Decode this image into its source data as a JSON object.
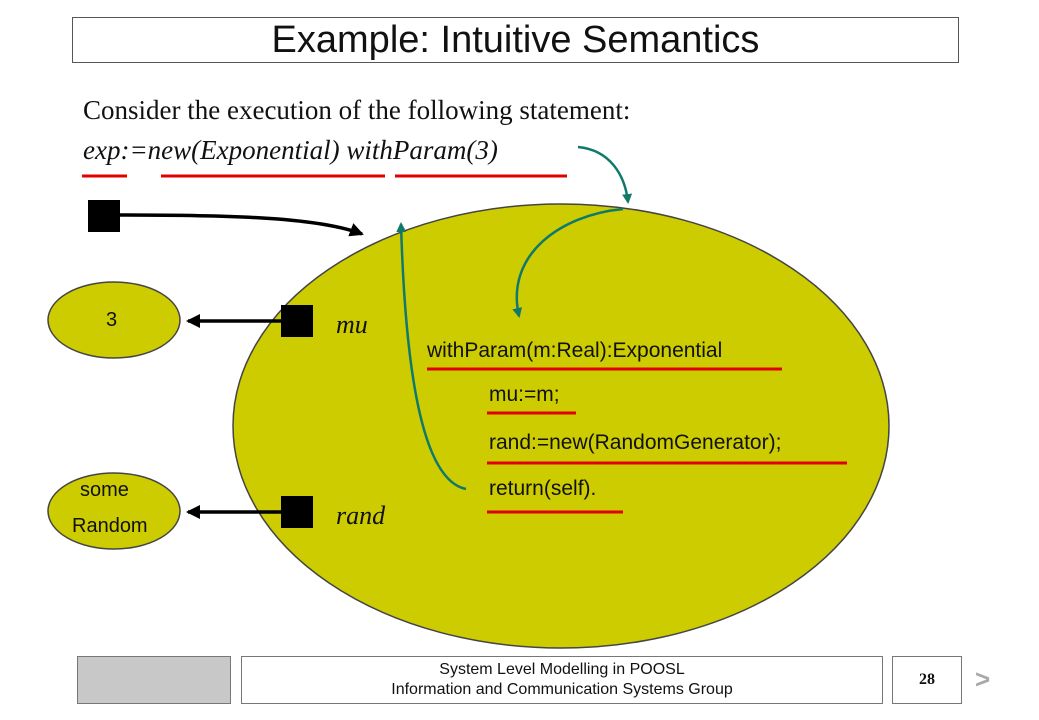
{
  "slide": {
    "title": "Example: Intuitive Semantics",
    "intro_text": "Consider the execution of the following statement:",
    "statement": "exp:=new(Exponential) withParam(3)"
  },
  "diagram": {
    "value_3": "3",
    "value_some": "some",
    "value_random": "Random",
    "var_mu": "mu",
    "var_rand": "rand",
    "method_signature": "withParam(m:Real):Exponential",
    "line_1": "mu:=m;",
    "line_2": "rand:=new(RandomGenerator);",
    "line_3": "return(self).",
    "colors": {
      "object_fill": "#cccc00",
      "underline": "#e00000",
      "arrow": "#0f7a6a",
      "reference": "#000000"
    }
  },
  "footer": {
    "line_1": "System Level Modelling in POOSL",
    "line_2": "Information and Communication Systems Group",
    "page_number": "28",
    "next_label": ">"
  }
}
